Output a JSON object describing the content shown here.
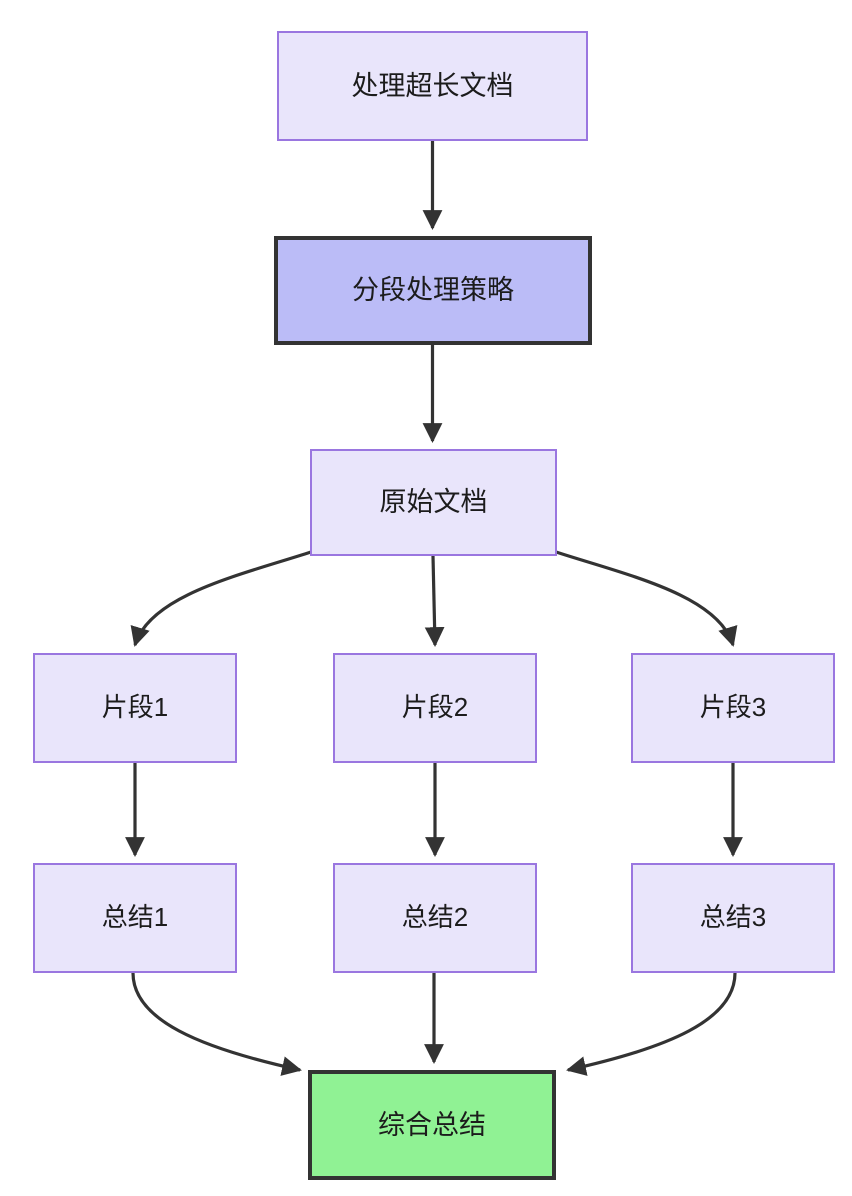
{
  "diagram": {
    "type": "flowchart",
    "direction": "top-down",
    "title": "处理超长文档",
    "background_color": "#ffffff",
    "palette": {
      "light_fill": "#e9e5fb",
      "light_border": "#9a76e0",
      "strong_fill": "#bbbcf7",
      "strong_border": "#333333",
      "result_fill": "#90f294",
      "result_border": "#333333",
      "edge_color": "#333333",
      "text_color": "#1c1c1c"
    },
    "nodes": [
      {
        "id": "n1",
        "label": "处理超长文档",
        "style": "light"
      },
      {
        "id": "n2",
        "label": "分段处理策略",
        "style": "strong"
      },
      {
        "id": "n3",
        "label": "原始文档",
        "style": "light"
      },
      {
        "id": "n4",
        "label": "片段1",
        "style": "light"
      },
      {
        "id": "n5",
        "label": "片段2",
        "style": "light"
      },
      {
        "id": "n6",
        "label": "片段3",
        "style": "light"
      },
      {
        "id": "n7",
        "label": "总结1",
        "style": "light"
      },
      {
        "id": "n8",
        "label": "总结2",
        "style": "light"
      },
      {
        "id": "n9",
        "label": "总结3",
        "style": "light"
      },
      {
        "id": "n10",
        "label": "综合总结",
        "style": "result"
      }
    ],
    "edges": [
      {
        "from": "n1",
        "to": "n2",
        "shape": "straight"
      },
      {
        "from": "n2",
        "to": "n3",
        "shape": "straight"
      },
      {
        "from": "n3",
        "to": "n4",
        "shape": "curved"
      },
      {
        "from": "n3",
        "to": "n5",
        "shape": "straight"
      },
      {
        "from": "n3",
        "to": "n6",
        "shape": "curved"
      },
      {
        "from": "n4",
        "to": "n7",
        "shape": "straight"
      },
      {
        "from": "n5",
        "to": "n8",
        "shape": "straight"
      },
      {
        "from": "n6",
        "to": "n9",
        "shape": "straight"
      },
      {
        "from": "n7",
        "to": "n10",
        "shape": "curved"
      },
      {
        "from": "n8",
        "to": "n10",
        "shape": "straight"
      },
      {
        "from": "n9",
        "to": "n10",
        "shape": "curved"
      }
    ]
  }
}
